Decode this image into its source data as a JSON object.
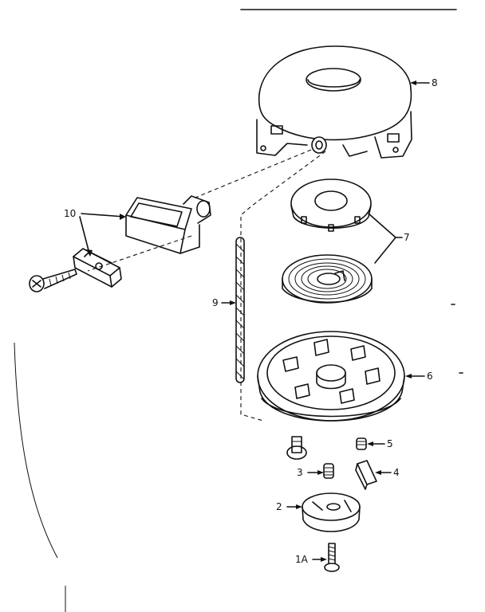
{
  "diagram": {
    "callouts": [
      {
        "id": "8",
        "label": "8"
      },
      {
        "id": "7",
        "label": "7"
      },
      {
        "id": "10",
        "label": "10"
      },
      {
        "id": "9",
        "label": "9"
      },
      {
        "id": "6",
        "label": "6"
      },
      {
        "id": "5",
        "label": "5"
      },
      {
        "id": "3",
        "label": "3"
      },
      {
        "id": "4",
        "label": "4"
      },
      {
        "id": "2",
        "label": "2"
      },
      {
        "id": "1A",
        "label": "1A"
      }
    ]
  }
}
